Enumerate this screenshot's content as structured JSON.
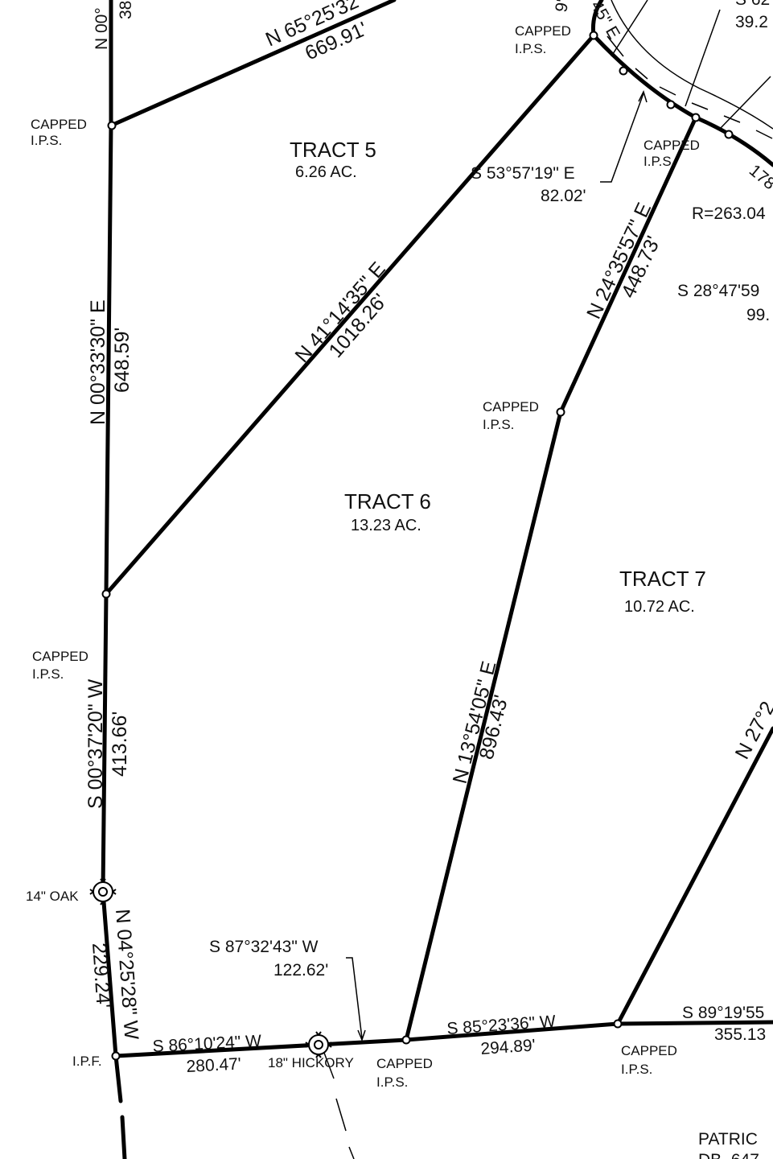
{
  "tracts": [
    {
      "name": "TRACT 5",
      "area": "6.26 AC."
    },
    {
      "name": "TRACT 6",
      "area": "13.23 AC."
    },
    {
      "name": "TRACT 7",
      "area": "10.72 AC."
    }
  ],
  "bearings": {
    "north_top_left": {
      "bearing": "N 00°",
      "distance": "38"
    },
    "north_line_5": {
      "bearing": "N 65°25'32\"",
      "distance": "669.91'"
    },
    "west_tract5": {
      "bearing": "N 00°33'30\" E",
      "distance": "648.59'"
    },
    "diag_5_6": {
      "bearing": "N 41°14'35\" E",
      "distance": "1018.26'"
    },
    "short_leader": {
      "bearing": "S 53°57'19\" E",
      "distance": "82.02'"
    },
    "upper_6_7": {
      "bearing": "N 24°35'57\" E",
      "distance": "448.73'"
    },
    "right_partial": {
      "bearing": "S 28°47'59",
      "distance": "99."
    },
    "curve": {
      "radius": "R=263.04",
      "distance": "178"
    },
    "top_right": {
      "bearing": "S 62",
      "distance": "39.2"
    },
    "top_curve": {
      "bearing": "9'",
      "bearing2": "45\" E"
    },
    "west_tract6": {
      "bearing": "S 00°37'20\" W",
      "distance": "413.66'"
    },
    "lower_6_7": {
      "bearing": "N 13°54'05\" E",
      "distance": "896.43'"
    },
    "right_lower": {
      "bearing": "N 27°2"
    },
    "oak_segment": {
      "bearing": "N 04°25'28\" W",
      "distance": "229.24'"
    },
    "leader_hickory": {
      "bearing": "S 87°32'43\" W",
      "distance": "122.62'"
    },
    "south_1": {
      "bearing": "S 86°10'24\" W",
      "distance": "280.47'"
    },
    "south_2": {
      "bearing": "S 85°23'36\" W",
      "distance": "294.89'"
    },
    "south_3": {
      "bearing": "S 89°19'55",
      "distance": "355.13"
    }
  },
  "monuments": {
    "capped": "CAPPED",
    "ips": "I.P.S.",
    "ipf": "I.P.F.",
    "oak": "14\" OAK",
    "hickory": "18\" HICKORY"
  },
  "owner_partial": {
    "name": "PATRIC",
    "deed": "DB. 647"
  }
}
